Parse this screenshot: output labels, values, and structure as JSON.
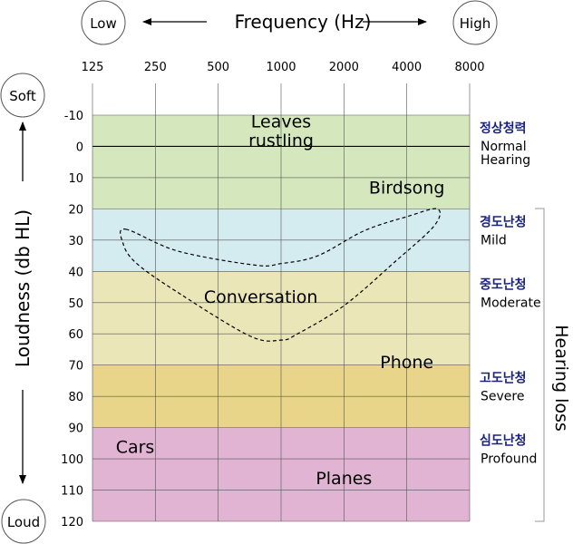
{
  "header": {
    "low_label": "Low",
    "high_label": "High",
    "title": "Frequency (Hz)"
  },
  "side": {
    "soft_label": "Soft",
    "loud_label": "Loud",
    "ylabel": "Loudness (db HL)",
    "bracket_label": "Hearing loss"
  },
  "chart_data": {
    "type": "diagram",
    "x_ticks": [
      "125",
      "250",
      "500",
      "1000",
      "2000",
      "4000",
      "8000"
    ],
    "y_ticks": [
      "-10",
      "0",
      "10",
      "20",
      "30",
      "40",
      "50",
      "60",
      "70",
      "80",
      "90",
      "100",
      "110",
      "120"
    ],
    "ylim": [
      -10,
      120
    ],
    "bands": [
      {
        "from": -10,
        "to": 20,
        "color": "#d5e8bd",
        "ko": "정상청력",
        "en_lines": [
          "Normal",
          "Hearing"
        ]
      },
      {
        "from": 20,
        "to": 40,
        "color": "#d4ecf0",
        "ko": "경도난청",
        "en_lines": [
          "Mild"
        ]
      },
      {
        "from": 40,
        "to": 70,
        "color": "#eae6b8",
        "ko": "중도난청",
        "en_lines": [
          "Moderate"
        ]
      },
      {
        "from": 70,
        "to": 90,
        "color": "#e9d58a",
        "ko": "고도난청",
        "en_lines": [
          "Severe"
        ]
      },
      {
        "from": 90,
        "to": 120,
        "color": "#e2b4d4",
        "ko": "심도난청",
        "en_lines": [
          "Profound"
        ]
      }
    ],
    "annotations": [
      {
        "lines": [
          "Leaves",
          "rustling"
        ],
        "x": 1000,
        "y": -5
      },
      {
        "lines": [
          "Birdsong"
        ],
        "x": 4000,
        "y": 13
      },
      {
        "lines": [
          "Conversation"
        ],
        "x": 800,
        "y": 48
      },
      {
        "lines": [
          "Phone"
        ],
        "x": 4000,
        "y": 69
      },
      {
        "lines": [
          "Cars"
        ],
        "x": 200,
        "y": 96
      },
      {
        "lines": [
          "Planes"
        ],
        "x": 2000,
        "y": 106
      }
    ],
    "speech_region": [
      [
        180,
        26.5
      ],
      [
        320,
        33.5
      ],
      [
        750,
        38
      ],
      [
        1000,
        37.5
      ],
      [
        1500,
        35
      ],
      [
        2500,
        27
      ],
      [
        4000,
        22.5
      ],
      [
        5600,
        20
      ],
      [
        5400,
        25.5
      ],
      [
        3500,
        37
      ],
      [
        2000,
        51
      ],
      [
        1200,
        60
      ],
      [
        1000,
        62
      ],
      [
        700,
        60.5
      ],
      [
        300,
        45.5
      ],
      [
        200,
        37
      ],
      [
        175,
        31
      ]
    ]
  }
}
